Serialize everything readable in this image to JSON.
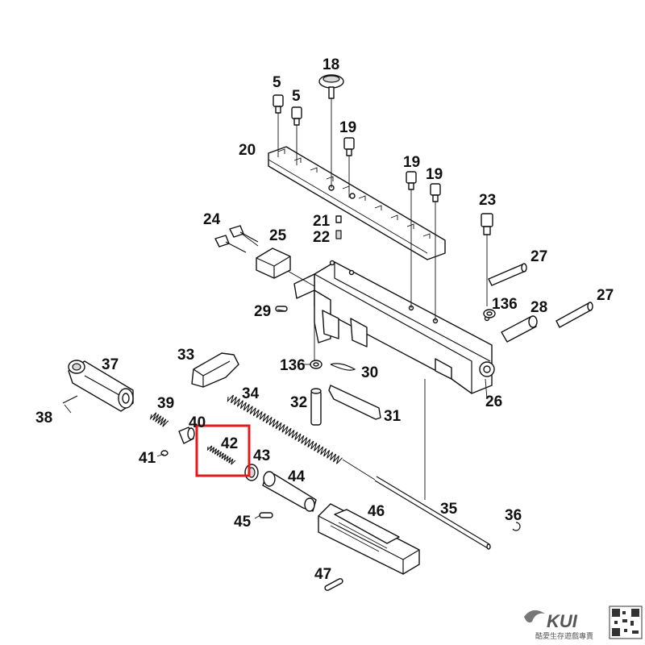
{
  "labels": {
    "p5a": "5",
    "p5b": "5",
    "p18": "18",
    "p19a": "19",
    "p19b": "19",
    "p19c": "19",
    "p20": "20",
    "p21": "21",
    "p22": "22",
    "p23": "23",
    "p24": "24",
    "p25": "25",
    "p26": "26",
    "p27a": "27",
    "p27b": "27",
    "p28": "28",
    "p29": "29",
    "p30": "30",
    "p31": "31",
    "p32": "32",
    "p33": "33",
    "p34": "34",
    "p35": "35",
    "p36": "36",
    "p37": "37",
    "p38": "38",
    "p39": "39",
    "p40": "40",
    "p41": "41",
    "p42": "42",
    "p43": "43",
    "p44": "44",
    "p45": "45",
    "p46": "46",
    "p47": "47",
    "p136a": "136",
    "p136b": "136"
  },
  "highlight": {
    "part": "42",
    "color": "#e3191c"
  },
  "watermark": {
    "brand": "KUI",
    "tagline": "酷愛生存遊戲專賣"
  }
}
